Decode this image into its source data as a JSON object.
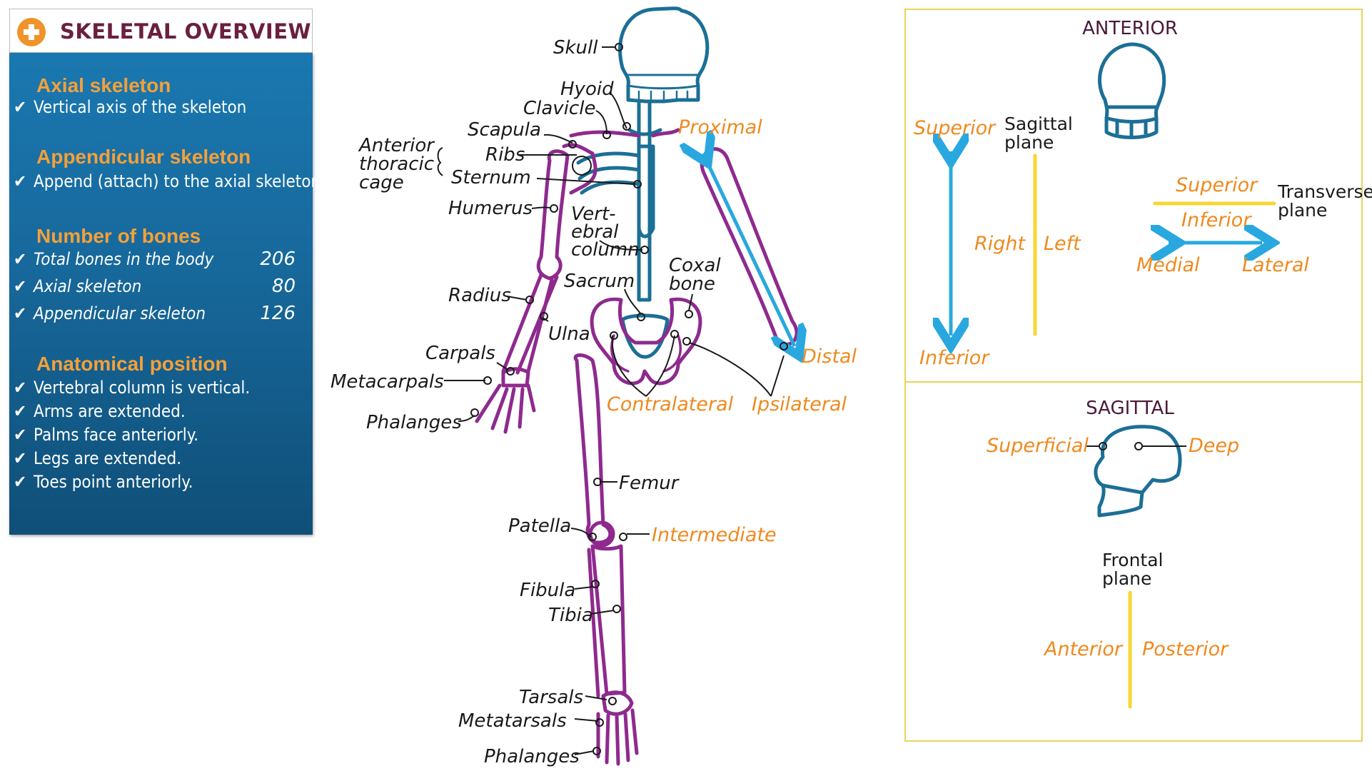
{
  "panel": {
    "title": "SKELETAL OVERVIEW",
    "sections": [
      {
        "title": "Axial skeleton",
        "items": [
          "Vertical axis of the skeleton"
        ]
      },
      {
        "title": "Appendicular skeleton",
        "items": [
          "Append (attach) to the axial skeleton"
        ]
      },
      {
        "title": "Number of bones",
        "rows": [
          {
            "label": "Total bones in the body",
            "count": "206"
          },
          {
            "label": "Axial skeleton",
            "count": "80"
          },
          {
            "label": "Appendicular skeleton",
            "count": "126"
          }
        ]
      },
      {
        "title": "Anatomical position",
        "items": [
          "Vertebral column is vertical.",
          "Arms are extended.",
          "Palms face anteriorly.",
          "Legs are extended.",
          "Toes point anteriorly."
        ]
      }
    ]
  },
  "labels": {
    "skull": "Skull",
    "hyoid": "Hyoid",
    "clavicle": "Clavicle",
    "scapula": "Scapula",
    "anterior_thoracic_cage": [
      "Anterior",
      "thoracic",
      "cage"
    ],
    "ribs": "Ribs",
    "sternum": "Sternum",
    "humerus": "Humerus",
    "vertebral_column": [
      "Vert-",
      "ebral",
      "column"
    ],
    "coxal_bone": [
      "Coxal",
      "bone"
    ],
    "sacrum": "Sacrum",
    "radius": "Radius",
    "ulna": "Ulna",
    "carpals": "Carpals",
    "metacarpals": "Metacarpals",
    "phalanges_hand": "Phalanges",
    "femur": "Femur",
    "patella": "Patella",
    "fibula": "Fibula",
    "tibia": "Tibia",
    "tarsals": "Tarsals",
    "metatarsals": "Metatarsals",
    "phalanges_foot": "Phalanges",
    "proximal": "Proximal",
    "distal": "Distal",
    "contralateral": "Contralateral",
    "ipsilateral": "Ipsilateral",
    "intermediate": "Intermediate"
  },
  "anterior_box": {
    "title": "ANTERIOR",
    "superior": "Superior",
    "inferior": "Inferior",
    "sagittal_plane": [
      "Sagittal",
      "plane"
    ],
    "right": "Right",
    "left": "Left",
    "superior_small": "Superior",
    "inferior_small": "Inferior",
    "transverse_plane": [
      "Transverse",
      "plane"
    ],
    "medial": "Medial",
    "lateral": "Lateral"
  },
  "sagittal_box": {
    "title": "SAGITTAL",
    "superficial": "Superficial",
    "deep": "Deep",
    "frontal_plane": [
      "Frontal",
      "plane"
    ],
    "anterior": "Anterior",
    "posterior": "Posterior"
  },
  "colors": {
    "axial": "#1c6f96",
    "appendicular": "#8e2a8e",
    "accent_orange": "#ee8a1f",
    "arrow_blue": "#29a8e0",
    "plane_yellow": "#f7d733",
    "box_border": "#e8d35a",
    "panel_blue": "#17689b"
  }
}
